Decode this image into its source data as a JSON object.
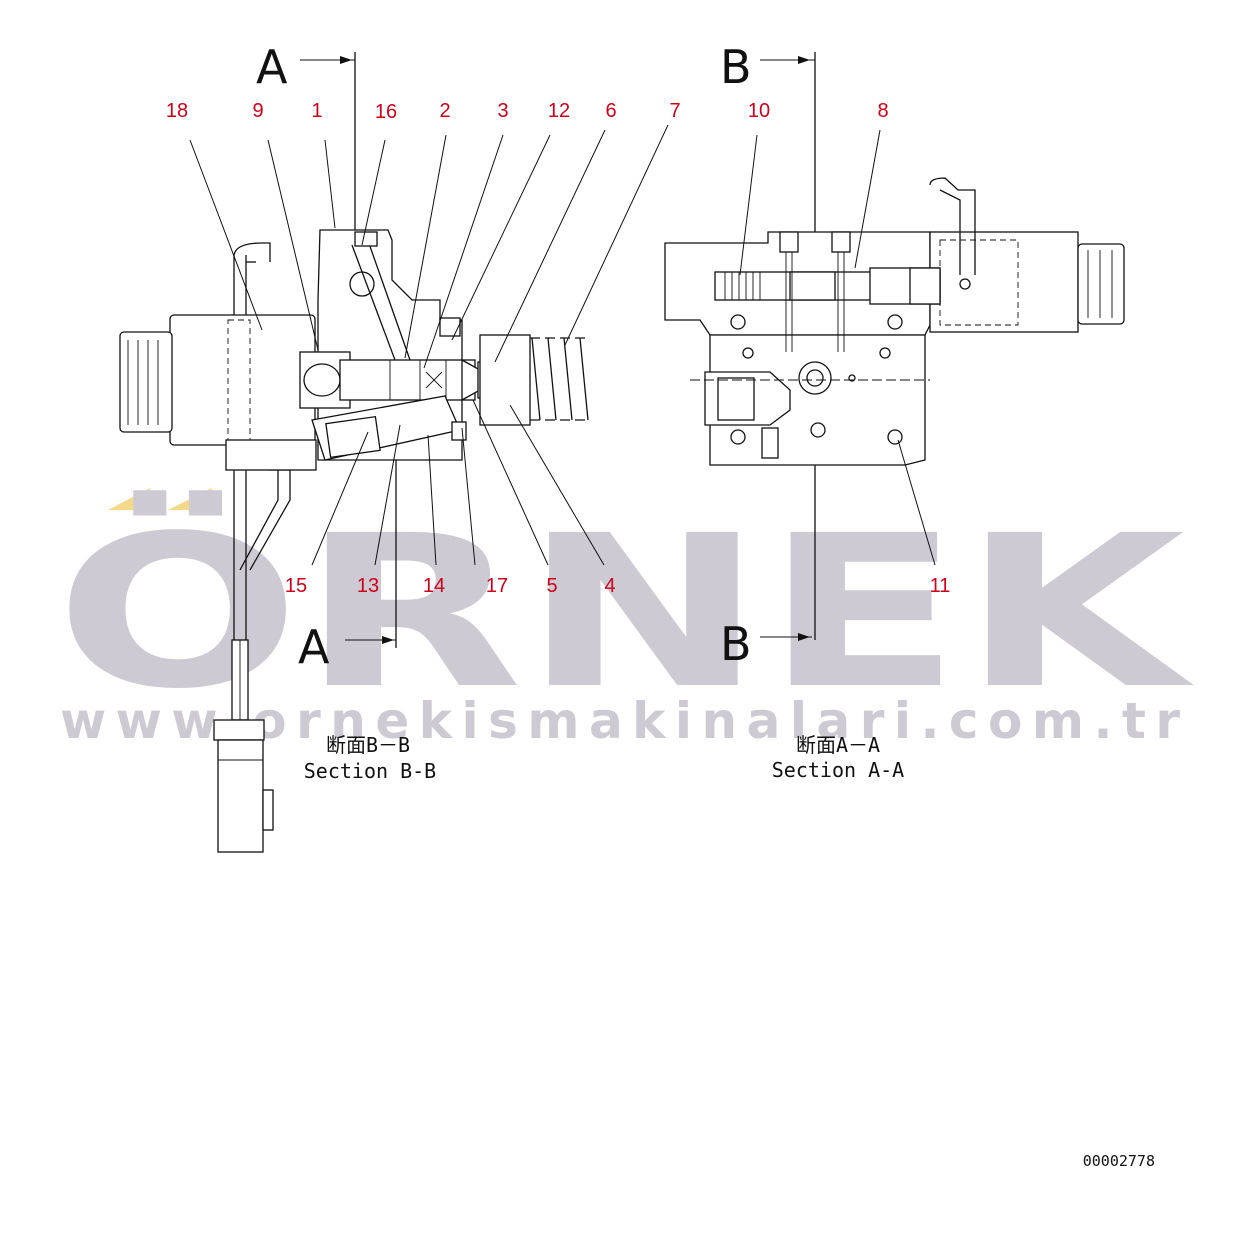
{
  "watermark": {
    "brand": "ÖRNEK",
    "url": "www.ornekismakinalari.com.tr",
    "accent_color": "#f5d98a",
    "text_color": "#cdcad3"
  },
  "section_marks": {
    "a_top": "A",
    "a_bottom": "A",
    "b_top": "B",
    "b_bottom": "B"
  },
  "captions": {
    "left_jp": "断面B－B",
    "left_en": "Section B-B",
    "right_jp": "断面A－A",
    "right_en": "Section A-A"
  },
  "callouts_left_top": [
    "18",
    "9",
    "1",
    "16",
    "2",
    "3",
    "12",
    "6",
    "7"
  ],
  "callouts_left_bottom": [
    "15",
    "13",
    "14",
    "17",
    "5",
    "4"
  ],
  "callouts_right": [
    "10",
    "8",
    "11"
  ],
  "drawing_number": "00002778",
  "colors": {
    "callout": "#d0021b",
    "line": "#111111"
  }
}
